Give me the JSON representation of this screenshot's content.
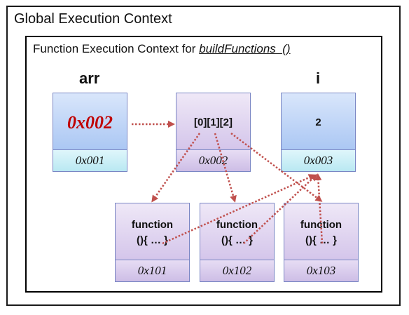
{
  "global_context": {
    "title": "Global Execution Context"
  },
  "function_context": {
    "title_prefix": "Function Execution Context for ",
    "function_name": "buildFunctions  ()"
  },
  "variables": {
    "arr": {
      "label": "arr",
      "value": "0x002",
      "address": "0x001"
    },
    "array_obj": {
      "value": "[0][1][2]",
      "address": "0x002"
    },
    "i": {
      "label": "i",
      "value": "2",
      "address": "0x003"
    }
  },
  "functions": [
    {
      "line1": "function",
      "line2": "(){ … }",
      "address": "0x101"
    },
    {
      "line1": "function",
      "line2": "(){ … }",
      "address": "0x102"
    },
    {
      "line1": "function",
      "line2": "(){ … }",
      "address": "0x103"
    }
  ],
  "colors": {
    "arrow": "#c0504d",
    "ref_value": "#c00000",
    "box_blue": "#a9c6f3",
    "box_purple": "#d3c4ea"
  }
}
